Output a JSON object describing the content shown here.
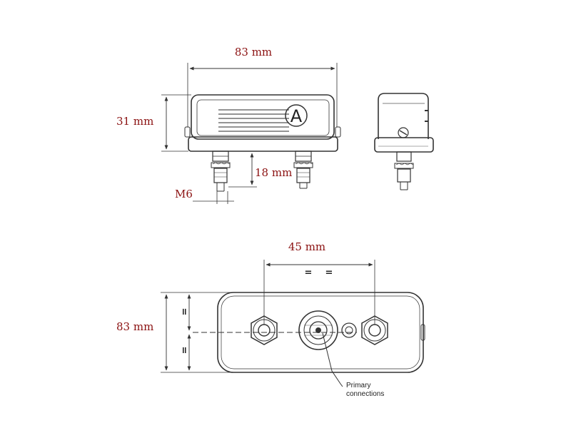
{
  "front_view": {
    "width_label": "83 mm",
    "height_label": "31 mm",
    "stud_length_label": "18 mm",
    "thread_label": "M6",
    "marker_letter": "A"
  },
  "bottom_view": {
    "spacing_label": "45 mm",
    "length_label": "83 mm",
    "equal_mark": "=",
    "callout_line1": "Primary",
    "callout_line2": "connections"
  }
}
